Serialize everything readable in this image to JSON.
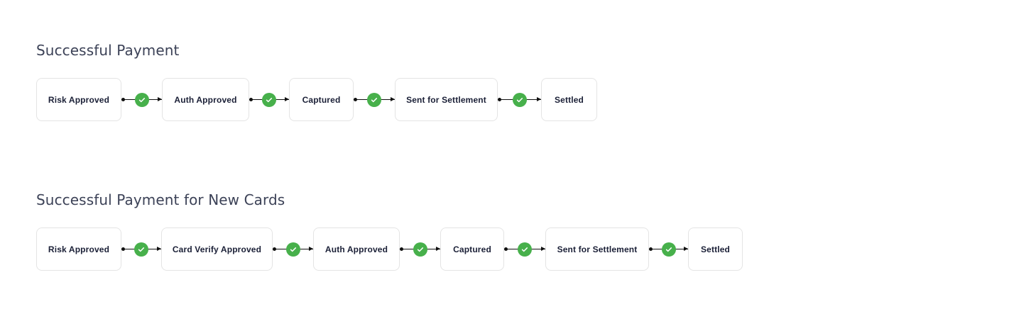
{
  "page": {
    "background_color": "#ffffff",
    "text_color": "#3c4257",
    "node_label_color": "#1a1f36",
    "node_border_color": "#e4e4e4",
    "connector_color": "#101010",
    "success_color": "#47b04b"
  },
  "sections": [
    {
      "title": "Successful Payment",
      "nodes": [
        {
          "label": "Risk Approved",
          "width": 120
        },
        {
          "label": "Auth Approved",
          "width": 123
        },
        {
          "label": "Captured",
          "width": 91
        },
        {
          "label": "Sent for Settlement",
          "width": 145
        },
        {
          "label": "Settled",
          "width": 79
        }
      ],
      "connectors": [
        {
          "status": "check-icon",
          "status_label": "success",
          "width": 57
        },
        {
          "status": "check-icon",
          "status_label": "success",
          "width": 56
        },
        {
          "status": "check-icon",
          "status_label": "success",
          "width": 58
        },
        {
          "status": "check-icon",
          "status_label": "success",
          "width": 61
        }
      ]
    },
    {
      "title": "Successful Payment for New Cards",
      "nodes": [
        {
          "label": "Risk Approved",
          "width": 120
        },
        {
          "label": "Card Verify Approved",
          "width": 157
        },
        {
          "label": "Auth Approved",
          "width": 122
        },
        {
          "label": "Captured",
          "width": 90
        },
        {
          "label": "Sent for Settlement",
          "width": 146
        },
        {
          "label": "Settled",
          "width": 77
        }
      ],
      "connectors": [
        {
          "status": "check-icon",
          "status_label": "success",
          "width": 56
        },
        {
          "status": "check-icon",
          "status_label": "success",
          "width": 57
        },
        {
          "status": "check-icon",
          "status_label": "success",
          "width": 57
        },
        {
          "status": "check-icon",
          "status_label": "success",
          "width": 58
        },
        {
          "status": "check-icon",
          "status_label": "success",
          "width": 55
        }
      ]
    }
  ]
}
